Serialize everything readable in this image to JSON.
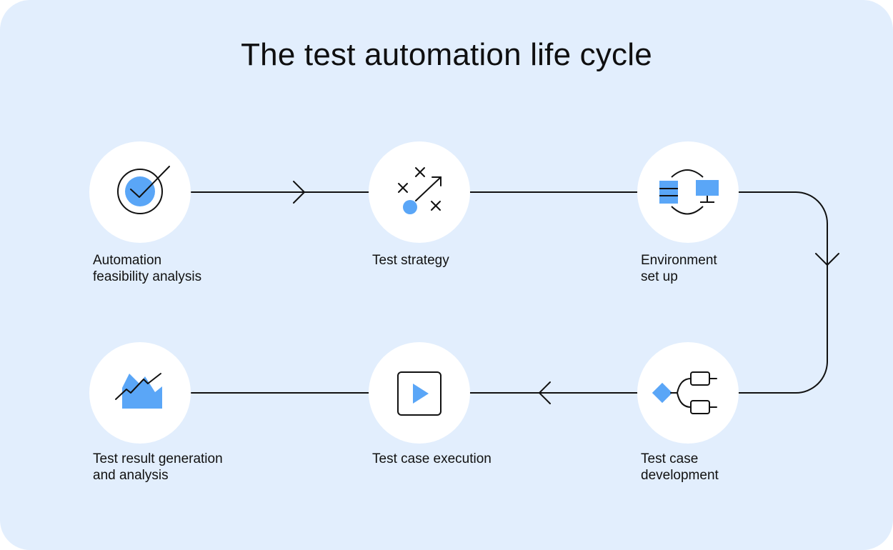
{
  "title": "The test automation life cycle",
  "colors": {
    "background": "#e2eefd",
    "accent": "#5aa6f7",
    "ink": "#111111"
  },
  "steps": [
    {
      "label": "Automation\nfeasibility analysis",
      "icon": "target-check-icon"
    },
    {
      "label": "Test strategy",
      "icon": "strategy-arrow-icon"
    },
    {
      "label": "Environment\nset up",
      "icon": "server-monitor-icon"
    },
    {
      "label": "Test case\ndevelopment",
      "icon": "branching-flow-icon"
    },
    {
      "label": "Test case execution",
      "icon": "play-button-icon"
    },
    {
      "label": "Test result generation\nand analysis",
      "icon": "area-trend-chart-icon"
    }
  ]
}
